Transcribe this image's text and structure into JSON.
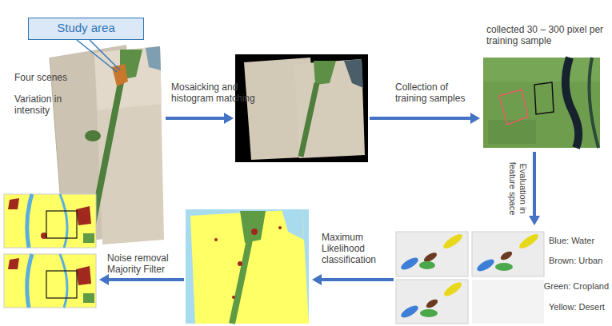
{
  "diagram": {
    "nodes": [
      {
        "text": [
          "Study area"
        ]
      }
    ],
    "labels": [
      "Four scenes",
      "Variation in intensity",
      "Mosaicking and histogram matching",
      "Collection of training samples",
      "collected 30 – 300 pixel per training sample",
      "Evaluation in feature space",
      "Blue: Water",
      "Brown: Urban",
      "Green: Cropland",
      "Yellow: Desert",
      "Maximum Likelihood classification",
      "Noise removal Majority Filter"
    ]
  }
}
